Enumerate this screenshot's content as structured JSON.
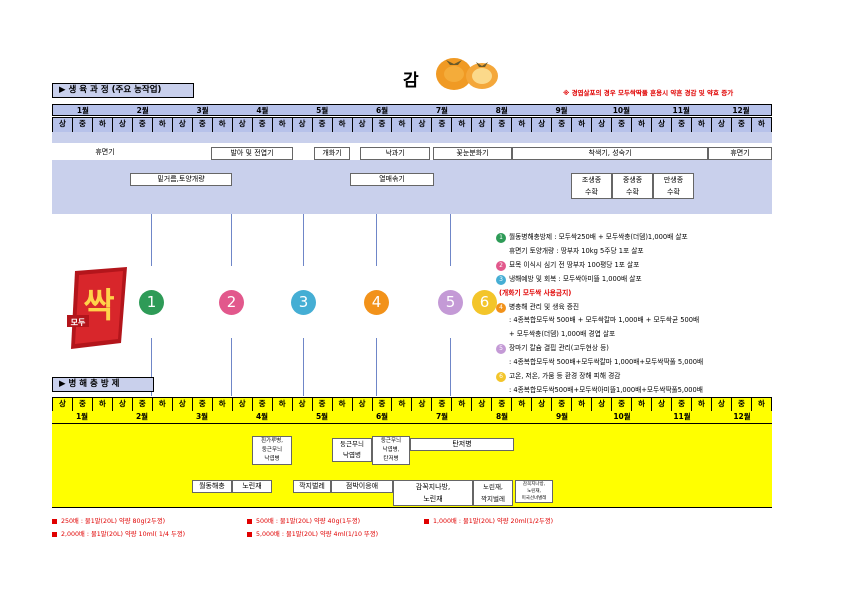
{
  "title": "감",
  "note": "※ 경엽살포의 경우 모두싹딱풀 혼용시 약흔 경감 및 약효 증가",
  "growth_header": "▶ 생 육 과 정 (주요 농작업)",
  "pest_header": "▶ 병 해 충 방 제",
  "months": [
    "1월",
    "2월",
    "3월",
    "4월",
    "5월",
    "6월",
    "7월",
    "8월",
    "9월",
    "10월",
    "11월",
    "12월"
  ],
  "thirds": [
    "상",
    "중",
    "하"
  ],
  "stages": {
    "dormant1": "휴면기",
    "budding": "발아 및 전엽기",
    "flowering": "개화기",
    "fruitset": "낙과기",
    "bud_diff": "꽃눈분화기",
    "coloring": "착색기, 성숙기",
    "dormant2": "휴면기"
  },
  "tasks": {
    "fertilizer": "밑거름,토양개량",
    "thinning": "열매솎기",
    "early": "조생종\n수확",
    "mid": "중생종\n수확",
    "late": "만생종\n수확"
  },
  "logo": {
    "main": "싹",
    "sub": "모두"
  },
  "markers": [
    "1",
    "2",
    "3",
    "4",
    "5",
    "6"
  ],
  "marker_colors": [
    "#2e9b57",
    "#e2588c",
    "#45aed4",
    "#f2921a",
    "#c49ad6",
    "#f3c52a"
  ],
  "legend": [
    {
      "n": "1",
      "text": "월동병해충방제 : 모두싹250배 + 모두싹충(더뎀)1,000배 살포"
    },
    {
      "n": "",
      "text": "휴면기 토양개량 : 땅부자 10kg 5주당 1포 살포"
    },
    {
      "n": "2",
      "text": "묘목 이식시 심기 전 땅부자 100평당 1포 살포"
    },
    {
      "n": "3",
      "text": "냉해예방 및 회복 : 모두싹아미뜰 1,000배 살포"
    },
    {
      "n": "",
      "text": "(개화기 모두싹 사용금지)",
      "red": true
    },
    {
      "n": "4",
      "text": "병충해 관리 및 생육 증진"
    },
    {
      "n": "",
      "text": ": 4종복합모두싹 500배 + 모두싹칼마 1,000배 + 모두싹균 500배"
    },
    {
      "n": "",
      "text": "+ 모두싹충(더뎀) 1,000배 경엽 살포"
    },
    {
      "n": "5",
      "text": "장마기 칼슘 결핍 관리(고두현상 등)"
    },
    {
      "n": "",
      "text": ": 4종복합모두싹 500배+모두싹칼마 1,000배+모두싹딱풀 5,000배"
    },
    {
      "n": "6",
      "text": "고온, 저온, 가뭄 등 환경 장해 피해 경감"
    },
    {
      "n": "",
      "text": ": 4종복합모두싹500배+모두싹아미뜰1,000배+모두싹딱풀5,000배"
    }
  ],
  "pests": {
    "p1": "흰가루병,\n둥근무늬\n낙엽병",
    "p2": "둥근무늬\n낙엽병",
    "p3": "둥근무늬\n낙엽병,\n탄저병",
    "p4": "탄저병",
    "p5": "월동해충",
    "p6": "노린재",
    "p7": "깍지벌레",
    "p8": "점박이응애",
    "p9": "감꼭지나방,\n노린재",
    "p10": "노린재,\n깍지벌레",
    "p11": "감꼭지나방,\n노린재,\n미국선녀벌레"
  },
  "footnotes": [
    "250배 : 물1말(20L) 약량 80g(2두껑)",
    "500배 : 물1말(20L) 약량 40g(1두껑)",
    "1,000배 : 물1말(20L) 약량 20ml(1/2두껑)",
    "2,000배 : 물1말(20L) 약량 10ml( 1/4 두껑)",
    "5,000배 : 물1말(20L) 약량 4ml(1/10 뚜껑)"
  ]
}
